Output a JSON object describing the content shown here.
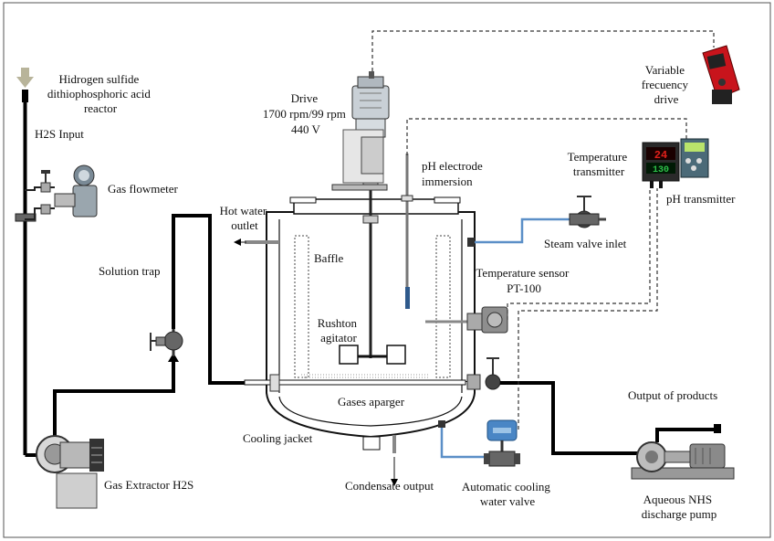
{
  "colors": {
    "process_line": "#000000",
    "water_line": "#5b8fc7",
    "signal_line": "#333333",
    "vfd_red": "#c8141c",
    "display_red": "#e0201a",
    "display_green": "#2ec24a",
    "equipment_gray": "#8c8c8c",
    "input_arrow": "#b8b49a"
  },
  "labels": {
    "reactor_title": [
      "Hidrogen sulfide",
      "dithiophosphoric acid",
      "reactor"
    ],
    "h2s_input": "H2S Input",
    "gas_flowmeter": "Gas flowmeter",
    "solution_trap": "Solution trap",
    "gas_extractor": "Gas Extractor H2S",
    "drive": [
      "Drive",
      "1700 rpm/99 rpm",
      "440 V"
    ],
    "variable_frequency_drive": [
      "Variable",
      "frecuency",
      "drive"
    ],
    "ph_electrode": [
      "pH electrode",
      "immersion"
    ],
    "temperature_transmitter": [
      "Temperature",
      "transmitter"
    ],
    "ph_transmitter": "pH transmitter",
    "hot_water_outlet": [
      "Hot water",
      "outlet"
    ],
    "baffle": "Baffle",
    "steam_valve_inlet": "Steam valve inlet",
    "temperature_sensor": [
      "Temperature sensor",
      "PT-100"
    ],
    "rushton_agitator": [
      "Rushton",
      "agitator"
    ],
    "gases_sparger": "Gases aparger",
    "output_of_products": "Output of products",
    "cooling_jacket": "Cooling jacket",
    "condensate_output": "Condensate output",
    "automatic_cooling_valve": [
      "Automatic cooling",
      "water valve"
    ],
    "discharge_pump": [
      "Aqueous NHS",
      "discharge pump"
    ]
  },
  "controller_display": {
    "top_value": "24",
    "bottom_value": "130"
  }
}
